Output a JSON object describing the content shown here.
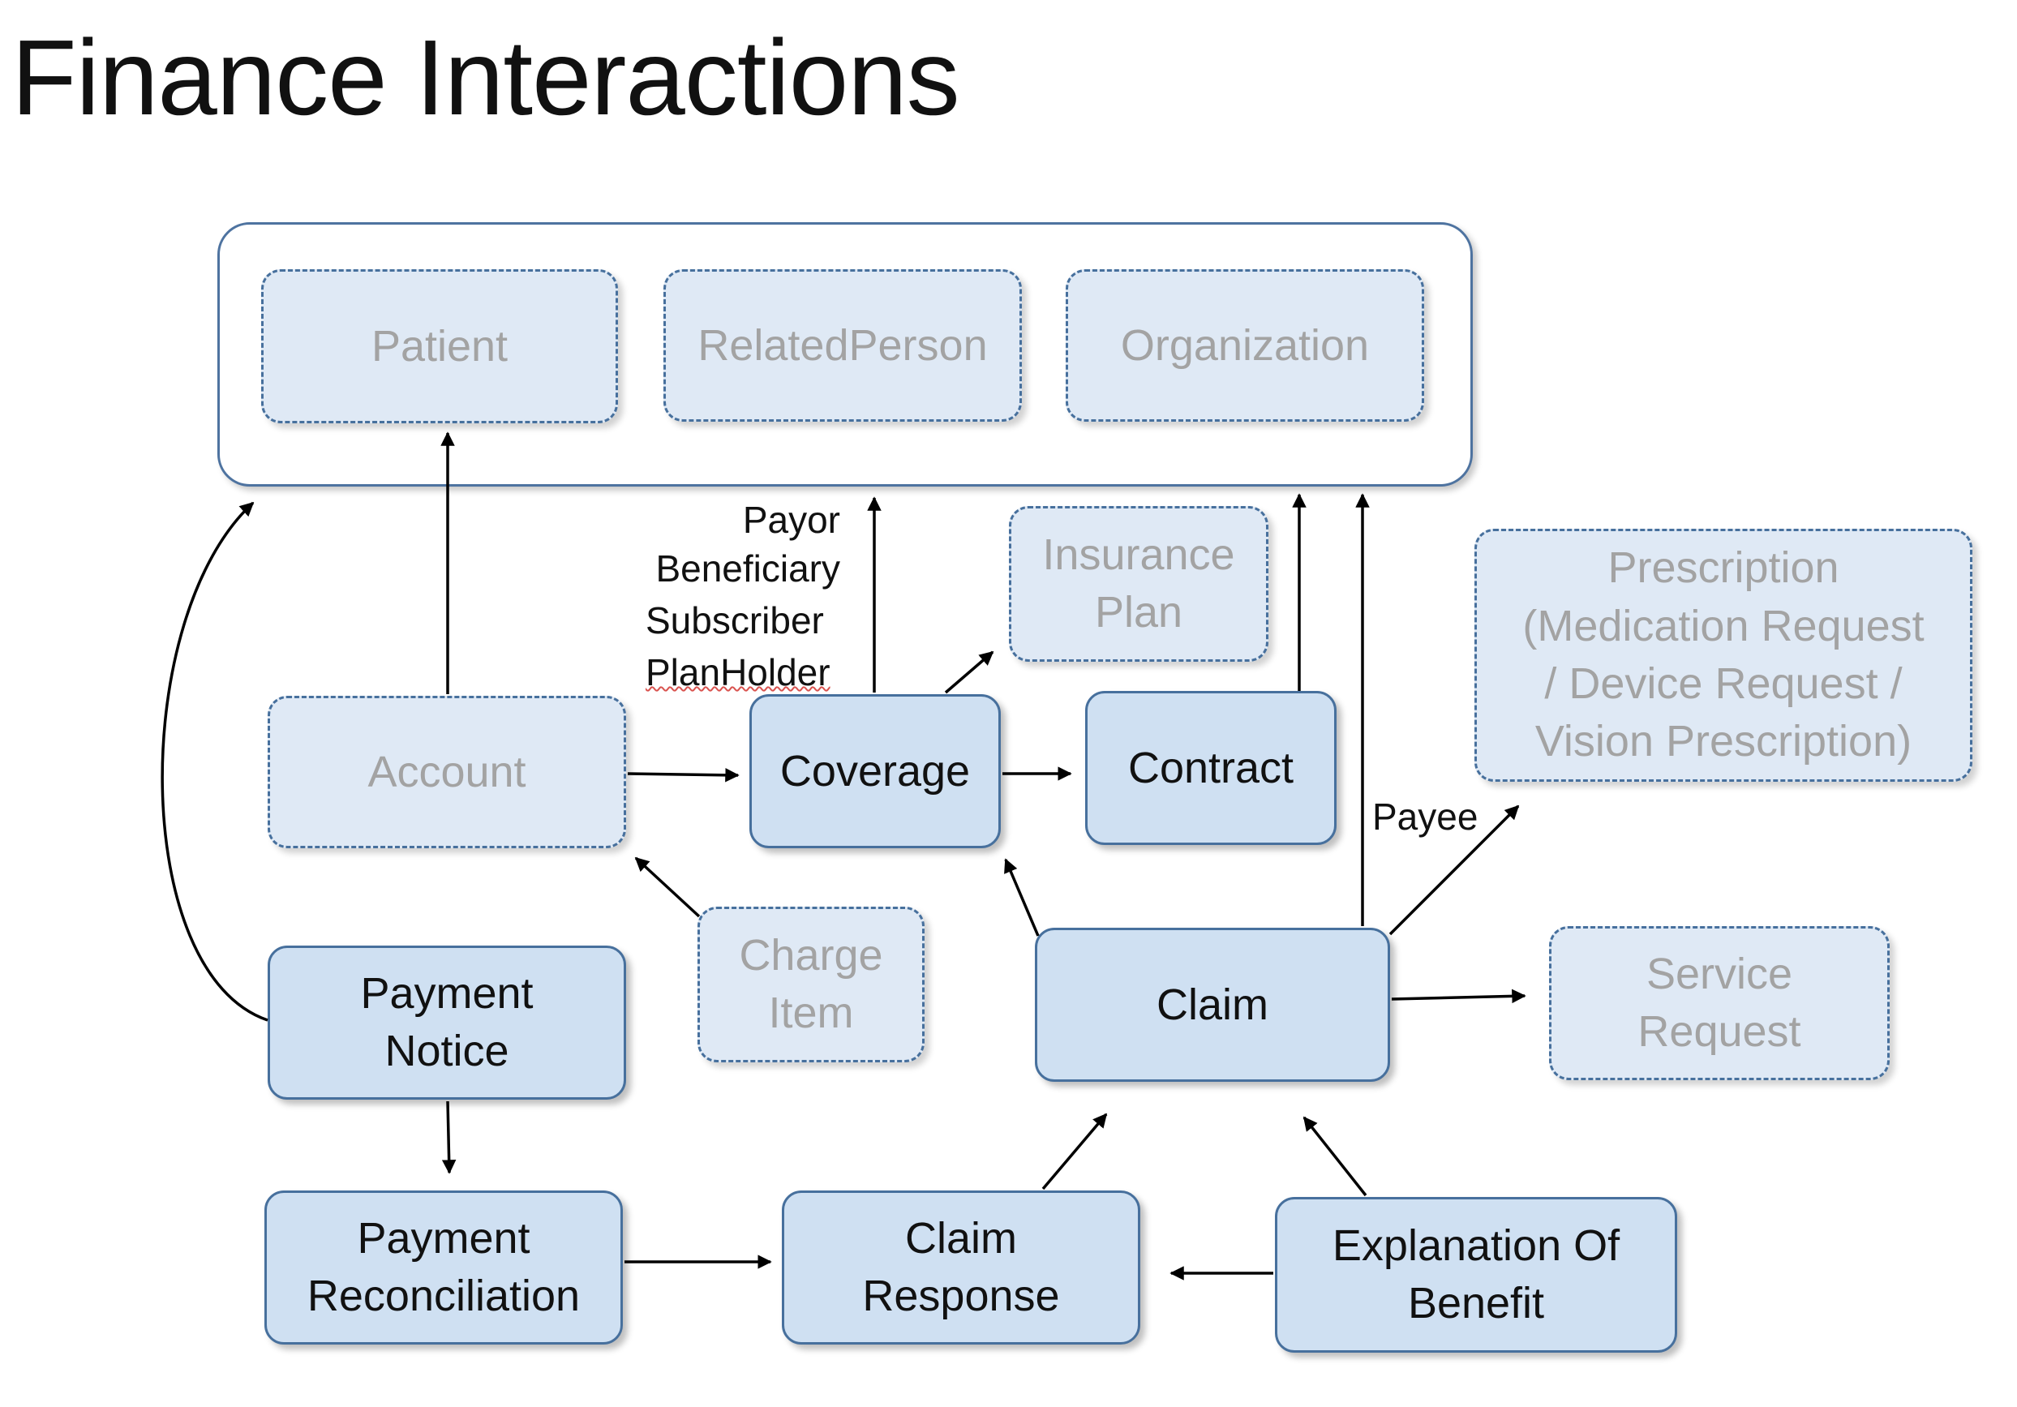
{
  "title": "Finance Interactions",
  "boxes": {
    "patient": "Patient",
    "related_person": "RelatedPerson",
    "organization": "Organization",
    "insurance_plan": [
      "Insurance",
      "Plan"
    ],
    "prescription": [
      "Prescription",
      "(Medication Request",
      "/ Device Request /",
      "Vision Prescription)"
    ],
    "account": "Account",
    "coverage": "Coverage",
    "contract": "Contract",
    "charge_item": [
      "Charge",
      "Item"
    ],
    "claim": "Claim",
    "service_request": [
      "Service",
      "Request"
    ],
    "payment_notice": [
      "Payment",
      "Notice"
    ],
    "payment_reconciliation": [
      "Payment",
      "Reconciliation"
    ],
    "claim_response": [
      "Claim",
      "Response"
    ],
    "explanation_of_benefit": [
      "Explanation Of",
      "Benefit"
    ]
  },
  "labels": {
    "payor": "Payor",
    "beneficiary": "Beneficiary",
    "subscriber": "Subscriber",
    "planholder": "PlanHolder",
    "payee": "Payee"
  },
  "colors": {
    "solid_fill": "#cfe0f2",
    "dashed_fill": "#dfe9f5",
    "border": "#47709d",
    "muted_text": "#a3a3a3"
  }
}
